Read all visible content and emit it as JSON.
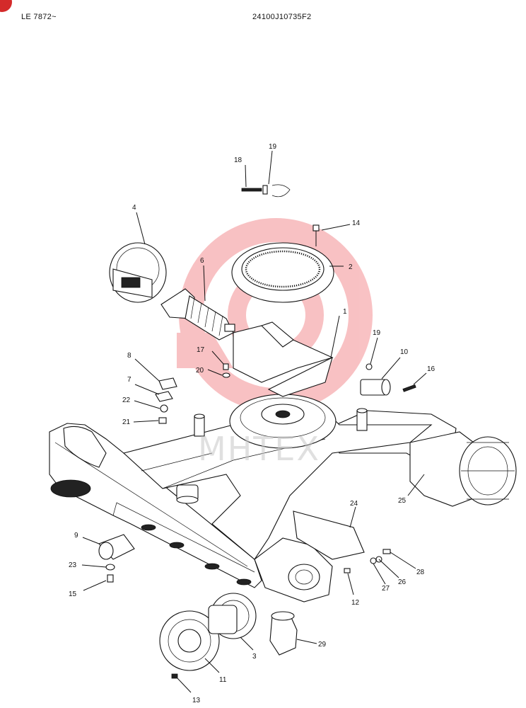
{
  "header": {
    "serial_range": "LE 7872~",
    "drawing_number": "24100J10735F2"
  },
  "watermark": {
    "text": "MHTEX",
    "color": "#e8232a"
  },
  "callouts": [
    {
      "id": "c1",
      "label": "1"
    },
    {
      "id": "c2",
      "label": "2"
    },
    {
      "id": "c3",
      "label": "3"
    },
    {
      "id": "c4",
      "label": "4"
    },
    {
      "id": "c6",
      "label": "6"
    },
    {
      "id": "c7",
      "label": "7"
    },
    {
      "id": "c8",
      "label": "8"
    },
    {
      "id": "c9",
      "label": "9"
    },
    {
      "id": "c10",
      "label": "10"
    },
    {
      "id": "c11",
      "label": "11"
    },
    {
      "id": "c12",
      "label": "12"
    },
    {
      "id": "c13",
      "label": "13"
    },
    {
      "id": "c14",
      "label": "14"
    },
    {
      "id": "c15",
      "label": "15"
    },
    {
      "id": "c16",
      "label": "16"
    },
    {
      "id": "c17",
      "label": "17"
    },
    {
      "id": "c18",
      "label": "18"
    },
    {
      "id": "c19a",
      "label": "19"
    },
    {
      "id": "c19b",
      "label": "19"
    },
    {
      "id": "c20",
      "label": "20"
    },
    {
      "id": "c21",
      "label": "21"
    },
    {
      "id": "c22",
      "label": "22"
    },
    {
      "id": "c23",
      "label": "23"
    },
    {
      "id": "c24",
      "label": "24"
    },
    {
      "id": "c25",
      "label": "25"
    },
    {
      "id": "c26",
      "label": "26"
    },
    {
      "id": "c27",
      "label": "27"
    },
    {
      "id": "c28",
      "label": "28"
    },
    {
      "id": "c29",
      "label": "29"
    }
  ]
}
